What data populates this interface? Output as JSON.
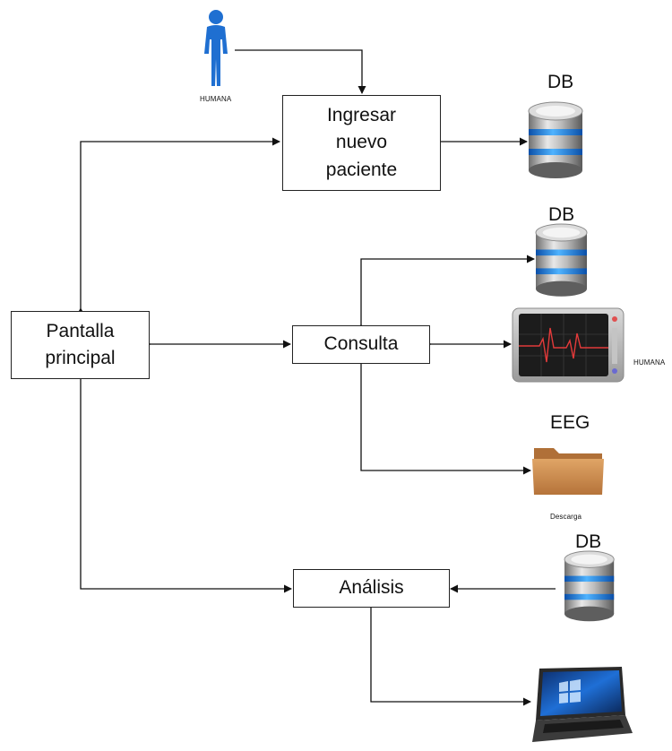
{
  "nodes": {
    "ingresar": "Ingresar\nnuevo\npaciente",
    "pantalla": "Pantalla\nprincipal",
    "consulta": "Consulta",
    "analisis": "Análisis"
  },
  "labels": {
    "human_top": "HUMANA",
    "db_top": "DB",
    "db_mid": "DB",
    "monitor": "HUMANA",
    "eeg": "EEG",
    "folder": "Descarga",
    "db_bottom": "DB"
  },
  "icons": {
    "human": "person-icon",
    "database": "database-icon",
    "monitor": "eeg-monitor-icon",
    "folder": "folder-icon",
    "laptop": "laptop-icon"
  },
  "colors": {
    "person": "#1f6fd1",
    "db_band": "#2a8fe8",
    "folder": "#c98a4a",
    "line": "#111111"
  }
}
